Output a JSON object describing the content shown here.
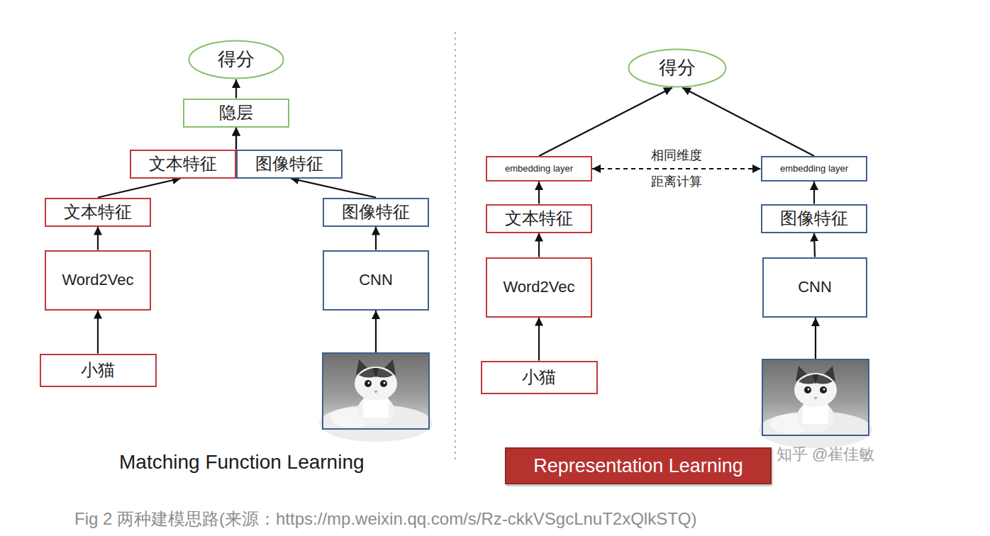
{
  "diagram": {
    "caption": "Fig 2 两种建模思路(来源：https://mp.weixin.qq.com/s/Rz-ckkVSgcLnuT2xQlkSTQ)",
    "nodes": [
      {
        "text": [
          "得分"
        ]
      },
      {
        "text": [
          "隐层"
        ]
      },
      {
        "text": [
          "文本特征"
        ]
      },
      {
        "text": [
          "图像特征"
        ]
      },
      {
        "text": [
          "文本特征"
        ]
      },
      {
        "text": [
          "图像特征"
        ]
      },
      {
        "text": [
          "Word2Vec"
        ]
      },
      {
        "text": [
          "CNN"
        ]
      },
      {
        "text": [
          "小猫"
        ]
      },
      {
        "text": [
          "得分"
        ]
      },
      {
        "text": [
          "embedding layer"
        ]
      },
      {
        "text": [
          "embedding layer"
        ]
      },
      {
        "text": [
          "文本特征"
        ]
      },
      {
        "text": [
          "图像特征"
        ]
      },
      {
        "text": [
          "Word2Vec"
        ]
      },
      {
        "text": [
          "CNN"
        ]
      },
      {
        "text": [
          "小猫"
        ]
      },
      {
        "text": [
          "Representation Learning"
        ]
      }
    ],
    "edges": [
      {
        "from": 8,
        "to": 6,
        "arrow": "to"
      },
      {
        "from": 6,
        "to": 4,
        "arrow": "to"
      },
      {
        "from": 4,
        "to": 2,
        "arrow": "to"
      },
      {
        "from": 7,
        "to": 5,
        "arrow": "to"
      },
      {
        "from": 5,
        "to": 3,
        "arrow": "to"
      },
      {
        "from": 2,
        "to": 1,
        "arrow": "to"
      },
      {
        "from": 3,
        "to": 1,
        "arrow": "to"
      },
      {
        "from": 1,
        "to": 0,
        "arrow": "to"
      },
      {
        "from": 16,
        "to": 14,
        "arrow": "to"
      },
      {
        "from": 14,
        "to": 12,
        "arrow": "to"
      },
      {
        "from": 12,
        "to": 10,
        "arrow": "to"
      },
      {
        "from": 10,
        "to": 9,
        "arrow": "to"
      },
      {
        "from": 15,
        "to": 13,
        "arrow": "to"
      },
      {
        "from": 13,
        "to": 11,
        "arrow": "to"
      },
      {
        "from": 11,
        "to": 9,
        "arrow": "to"
      },
      {
        "from": 10,
        "to": 11,
        "label": "相同维度 距离计算",
        "arrow": "both"
      }
    ],
    "labels": [
      "Matching Function Learning",
      "知乎 @崔佳敏"
    ]
  }
}
